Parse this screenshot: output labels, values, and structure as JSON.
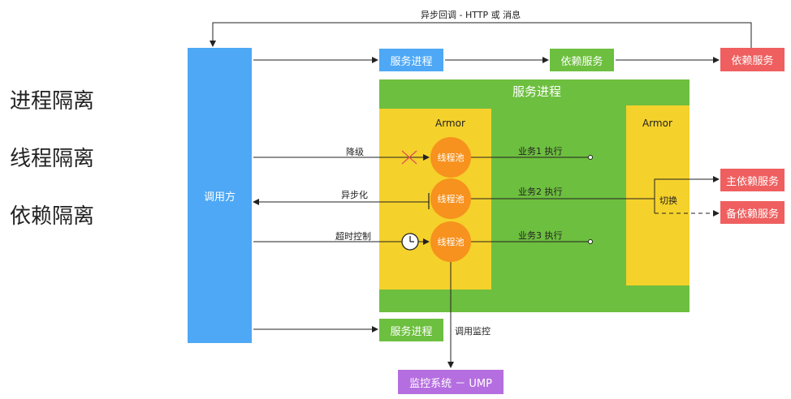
{
  "colors": {
    "blue": "#4ea8f5",
    "green": "#6dbf3f",
    "red": "#ef5f5f",
    "yellow": "#f5d12b",
    "orange": "#f7921e",
    "purple": "#b56ee0"
  },
  "left_labels": [
    "进程隔离",
    "线程隔离",
    "依赖隔离"
  ],
  "caller": "调用方",
  "callback": "异步回调 - HTTP 或 消息",
  "top_row": {
    "service": "服务进程",
    "dep1": "依赖服务",
    "dep2": "依赖服务"
  },
  "main_process": {
    "title": "服务进程"
  },
  "armor_left": "Armor",
  "armor_right": "Armor",
  "pools": [
    "线程池",
    "线程池",
    "线程池"
  ],
  "edge_labels": {
    "degrade": "降级",
    "async": "异步化",
    "timeout": "超时控制"
  },
  "business": [
    "业务1 执行",
    "业务2 执行",
    "业务3 执行"
  ],
  "switch": "切换",
  "main_dep": "主依赖服务",
  "backup_dep": "备依赖服务",
  "bottom_service": "服务进程",
  "monitor_label": "调用监控",
  "ump": "监控系统 － UMP"
}
